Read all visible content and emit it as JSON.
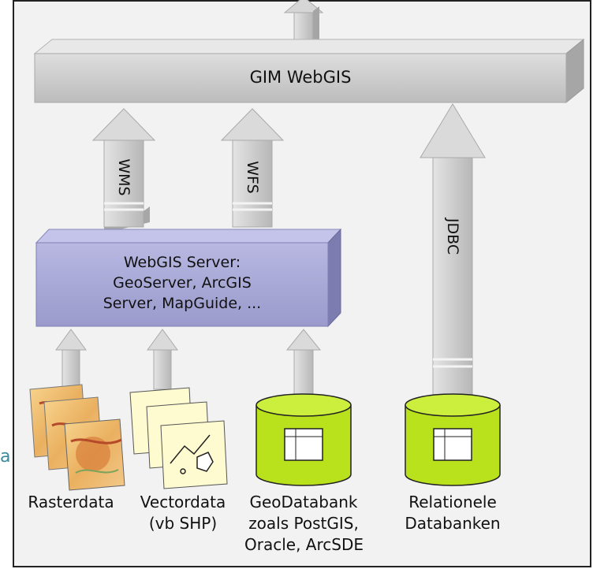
{
  "diagram": {
    "top_bar_label": "GIM WebGIS",
    "server_label_lines": [
      "WebGIS Server:",
      "GeoServer, ArcGIS",
      "Server, MapGuide, ..."
    ],
    "arrow_labels": {
      "wms": "WMS",
      "wfs": "WFS",
      "jdbc": "JDBC"
    },
    "sources": {
      "rasterdata": {
        "lines": [
          "Rasterdata"
        ]
      },
      "vectordata": {
        "lines": [
          "Vectordata",
          "(vb SHP)"
        ]
      },
      "geodatabank": {
        "lines": [
          "GeoDatabank",
          "zoals PostGIS,",
          "Oracle, ArcSDE"
        ]
      },
      "relational": {
        "lines": [
          "Relationele",
          "Databanken"
        ]
      }
    },
    "edge_letter": "a"
  },
  "colors": {
    "frame_bg": "#f2f2f2",
    "bar": "#c9c9c9",
    "server_box": "#a9a9d6",
    "cylinder": "#b9e21c",
    "document": "#fffbd0"
  }
}
